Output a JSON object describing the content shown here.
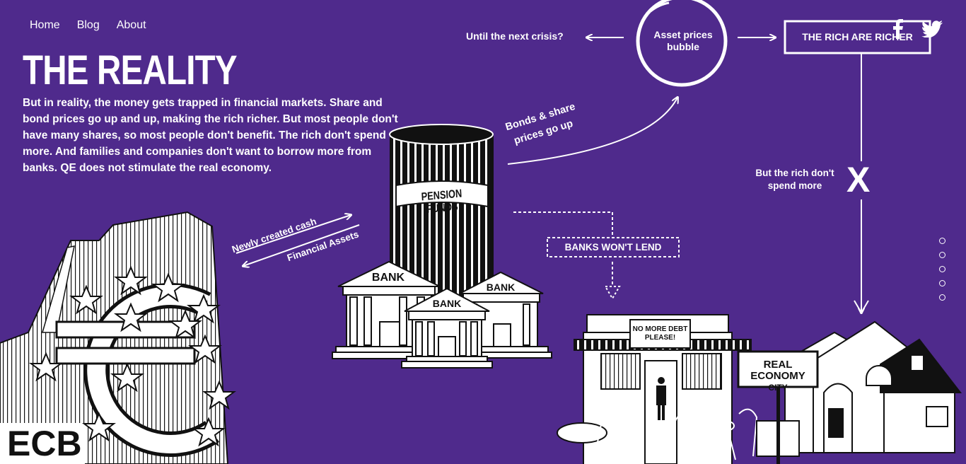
{
  "nav": {
    "home": "Home",
    "blog": "Blog",
    "about": "About"
  },
  "hero": {
    "title": "THE REALITY",
    "body": "But in reality, the money gets trapped in financial markets. Share and bond prices go up and up, making the rich richer. But most people don't have many shares, so most people don't benefit. The rich don't spend more. And families and companies don't want to borrow more from banks. QE does not stimulate the real economy."
  },
  "flow": {
    "next_crisis": "Until the next crisis?",
    "bubble_line1": "Asset prices",
    "bubble_line2": "bubble",
    "rich_richer": "THE RICH ARE RICHER",
    "bonds_line1": "Bonds & share",
    "bonds_line2": "prices go up",
    "rich_dont_line1": "But the rich don't",
    "rich_dont_line2": "spend more",
    "x_mark": "X",
    "banks_wont_lend": "BANKS WON'T LEND",
    "newly_created": "Newly created cash",
    "financial_assets": "Financial Assets"
  },
  "illustration": {
    "pension_funds": "PENSION FUNDS",
    "bank": "BANK",
    "ecb": "ECB",
    "no_more_debt_line1": "NO MORE DEBT",
    "no_more_debt_line2": "PLEASE!",
    "real_economy": "REAL ECONOMY",
    "city": "CITY"
  },
  "icons": {
    "facebook": "facebook-icon",
    "twitter": "twitter-icon"
  },
  "colors": {
    "background": "#4f2a8c",
    "ink": "#ffffff",
    "dark": "#111111"
  }
}
